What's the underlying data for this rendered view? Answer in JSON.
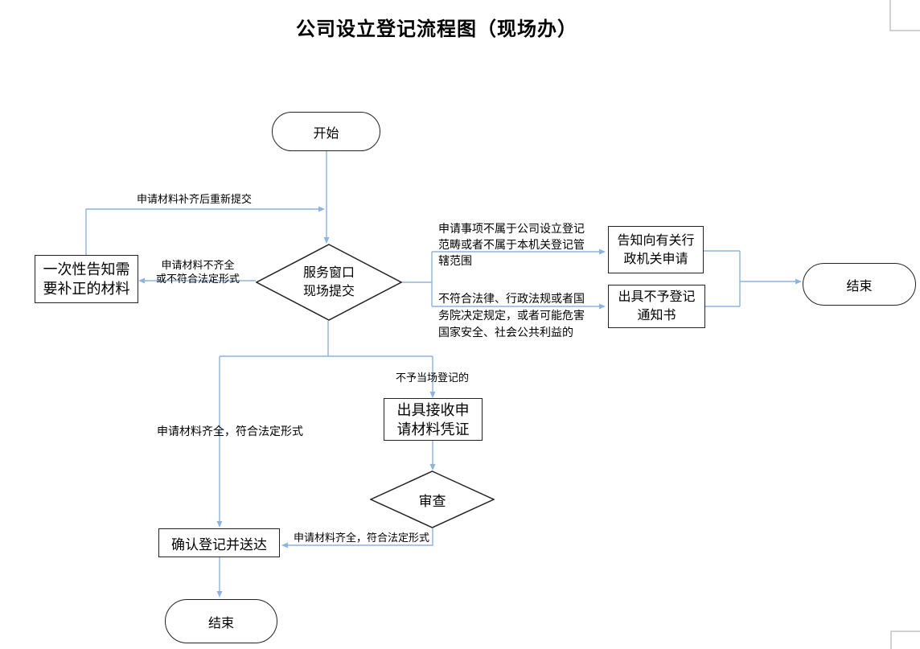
{
  "title": "公司设立登记流程图（现场办）",
  "colors": {
    "connector_blue": "#8db4df",
    "shape_border": "#222222",
    "text": "#000000",
    "page_corner_gray": "#c3c3c3"
  },
  "nodes": {
    "start": "开始",
    "submit_diamond": "服务窗口\n现场提交",
    "notify_box": "一次性告知需\n要补正的材料",
    "inform_box": "告知向有关行\n政机关申请",
    "reject_box": "出具不予登记\n通知书",
    "end_right": "结束",
    "receipt_box": "出具接收申\n请材料凭证",
    "review_diamond": "审查",
    "confirm_box": "确认登记并送达",
    "end_bottom": "结束"
  },
  "edge_labels": {
    "resubmit": "申请材料补齐后重新提交",
    "incomplete": "申请材料不齐全\n或不符合法定形式",
    "out_of_scope": "申请事项不属于公司设立登记\n范畴或者不属于本机关登记管\n辖范围",
    "illegal": "不符合法律、行政法规或者国\n务院决定规定，或者可能危害\n国家安全、社会公共利益的",
    "not_onsite": "不予当场登记的",
    "complete_left": "申请材料齐全，符合法定形式",
    "complete_right": "申请材料齐全，符合法定形式"
  }
}
